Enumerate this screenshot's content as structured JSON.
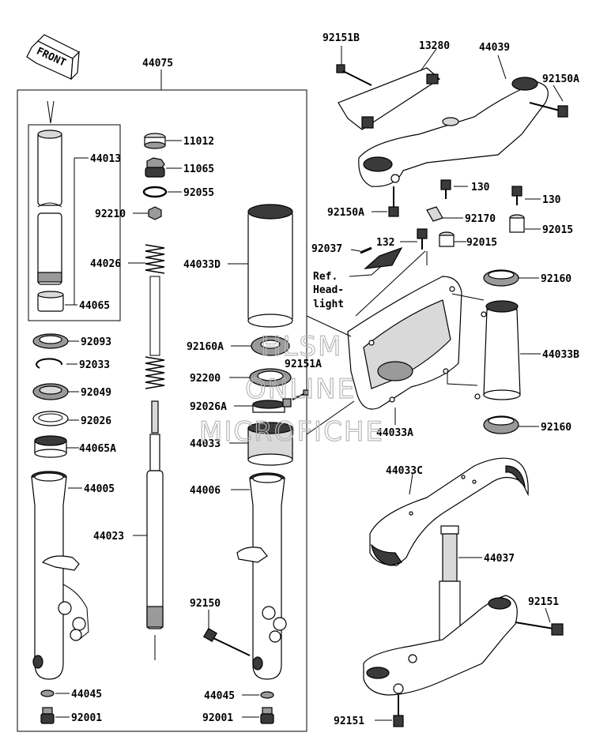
{
  "front_arrow_text": "FRONT",
  "labels": {
    "p44075": "44075",
    "p92151B": "92151B",
    "p13280": "13280",
    "p44039": "44039",
    "p92150A_top": "92150A",
    "p11012": "11012",
    "p44013": "44013",
    "p11065": "11065",
    "p92055": "92055",
    "p92150A": "92150A",
    "p130a": "130",
    "p130b": "130",
    "p92210": "92210",
    "p92170": "92170",
    "p92015a": "92015",
    "p92015b": "92015",
    "p132": "132",
    "p92037": "92037",
    "p44026": "44026",
    "p44033D": "44033D",
    "ref_line1": "Ref.",
    "ref_line2": "Head-",
    "ref_line3": "light",
    "p92160a": "92160",
    "p44065": "44065",
    "p92093": "92093",
    "p92160A": "92160A",
    "p92151A": "92151A",
    "p44033B": "44033B",
    "p92033": "92033",
    "p92200": "92200",
    "p92049": "92049",
    "p92026A": "92026A",
    "p92026": "92026",
    "p44033A": "44033A",
    "p92160b": "92160",
    "p44033": "44033",
    "p44065A": "44065A",
    "p44033C": "44033C",
    "p44005": "44005",
    "p44006": "44006",
    "p44023": "44023",
    "p44037": "44037",
    "p92150": "92150",
    "p92151a": "92151",
    "p44045a": "44045",
    "p44045b": "44045",
    "p92001a": "92001",
    "p92001b": "92001",
    "p92151b": "92151"
  },
  "watermark": {
    "line1": "HLSM",
    "line2": "ONLINE",
    "line3": "MICROFICHE"
  }
}
